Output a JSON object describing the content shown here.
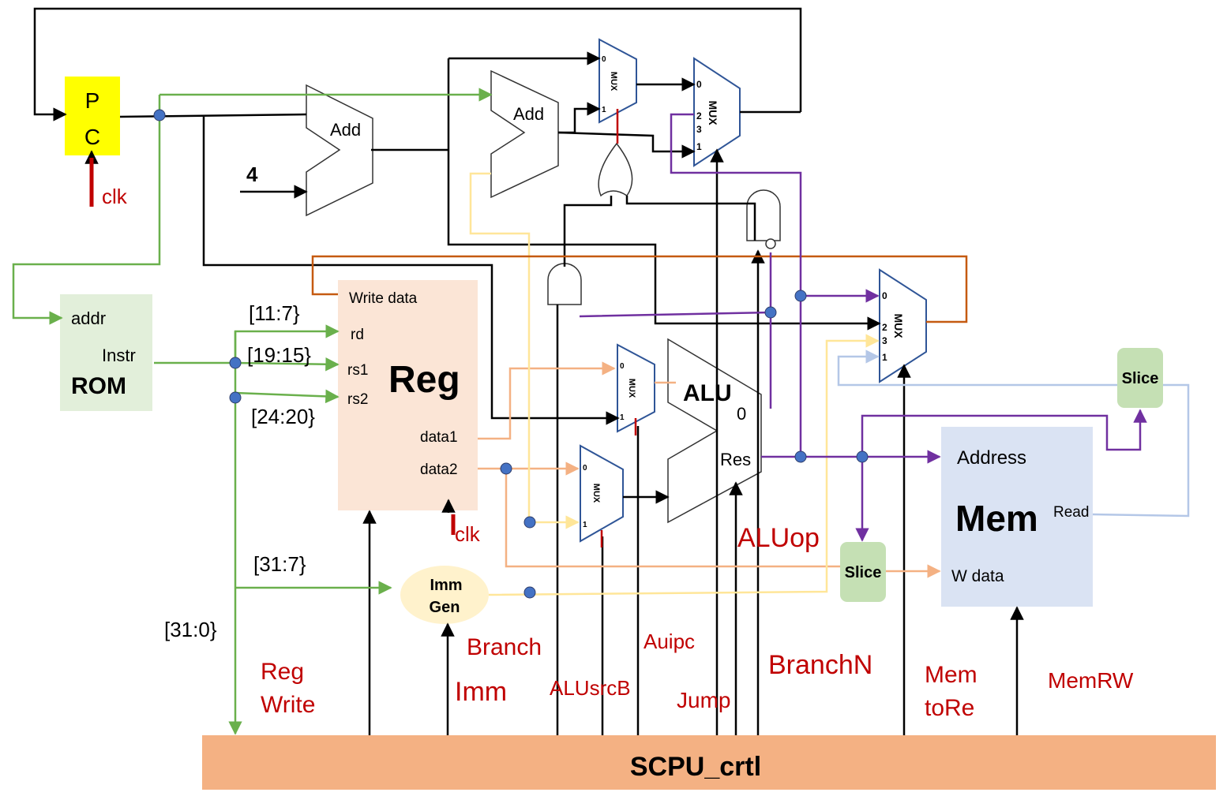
{
  "pc": {
    "label_p": "P",
    "label_c": "C",
    "clk": "clk"
  },
  "rom": {
    "addr": "addr",
    "instr": "Instr",
    "name": "ROM"
  },
  "adders": {
    "add1": "Add",
    "add2": "Add",
    "const": "4"
  },
  "reg": {
    "write_data": "Write data",
    "rd": "rd",
    "rs1": "rs1",
    "rs2": "rs2",
    "name": "Reg",
    "data1": "data1",
    "data2": "data2",
    "clk": "clk"
  },
  "bits": {
    "b11_7": "[11:7}",
    "b19_15": "[19:15}",
    "b24_20": "[24:20}",
    "b31_7": "[31:7}",
    "b31_0": "[31:0}"
  },
  "mux": {
    "label": "MUX",
    "p0": "0",
    "p1": "1",
    "p2": "2",
    "p3": "3"
  },
  "alu": {
    "name": "ALU",
    "zero": "0",
    "res": "Res"
  },
  "immgen": {
    "line1": "Imm",
    "line2": "Gen"
  },
  "slice": {
    "label": "Slice"
  },
  "mem": {
    "address": "Address",
    "name": "Mem",
    "read": "Read",
    "wdata": "W data"
  },
  "signals": {
    "regwrite1": "Reg",
    "regwrite2": "Write",
    "imm": "Imm",
    "branch": "Branch",
    "alusrcb": "ALUsrcB",
    "auipc": "Auipc",
    "jump": "Jump",
    "aluop": "ALUop",
    "branchn": "BranchN",
    "memtore1": "Mem",
    "memtore2": "toRe",
    "memrw": "MemRW"
  },
  "ctrl": {
    "name": "SCPU_crtl"
  },
  "colors": {
    "pc": "#ffff00",
    "rom": "#e2efda",
    "reg": "#fbe5d6",
    "mem": "#dae3f3",
    "slice": "#c5e0b4",
    "immgen": "#fff2cc",
    "ctrl": "#f4b183",
    "signal": "#c00000"
  }
}
